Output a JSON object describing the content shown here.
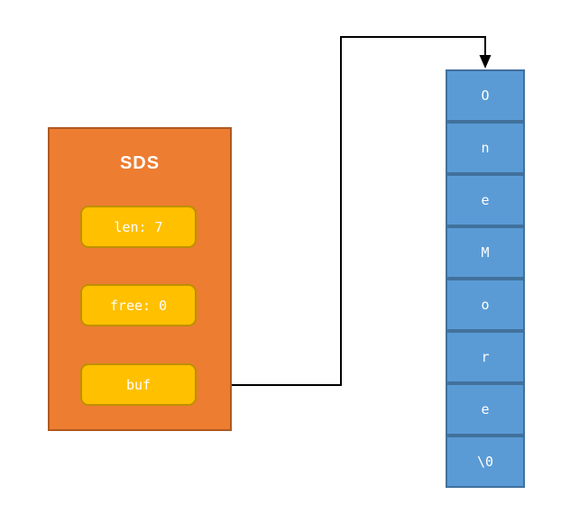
{
  "sds": {
    "title": "SDS",
    "fields": [
      "len: 7",
      "free: 0",
      "buf"
    ]
  },
  "buffer": {
    "cells": [
      "O",
      "n",
      "e",
      "M",
      "o",
      "r",
      "e",
      "\\0"
    ]
  },
  "colors": {
    "struct_fill": "#ED7D31",
    "struct_border": "#AE5A21",
    "field_fill": "#FFC000",
    "field_border": "#BF9000",
    "cell_fill": "#5B9BD5",
    "cell_border": "#41719C",
    "arrow": "#000000",
    "text": "#FFFFFF",
    "background": "#FFFFFF"
  }
}
